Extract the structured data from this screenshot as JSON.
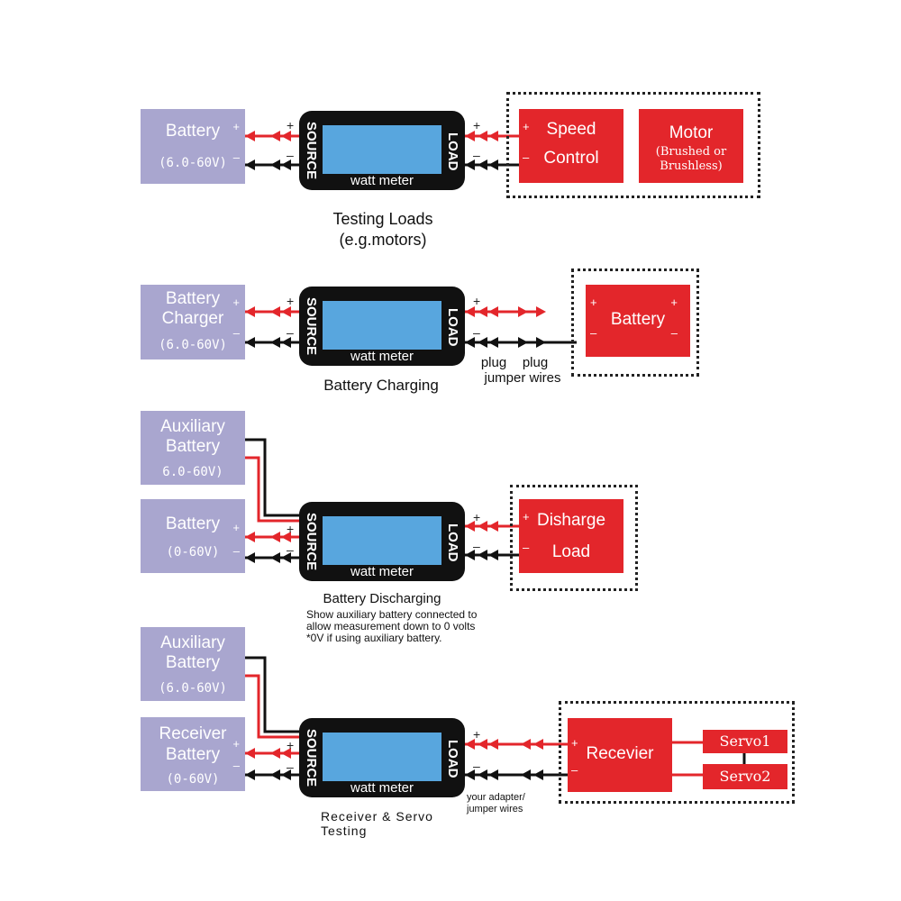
{
  "sections": {
    "testing": {
      "battery": {
        "title": "Battery",
        "range": "(6.0-60V)"
      },
      "meter": {
        "source": "SOURCE",
        "load": "LOAD",
        "label": "watt meter"
      },
      "speed_control": {
        "line1": "Speed",
        "line2": "Control"
      },
      "motor": {
        "title": "Motor",
        "sub1": "(Brushed or",
        "sub2": "Brushless)"
      },
      "caption1": "Testing Loads",
      "caption2": "(e.g.motors)"
    },
    "charging": {
      "charger": {
        "line1": "Battery",
        "line2": "Charger",
        "range": "(6.0-60V)"
      },
      "meter": {
        "source": "SOURCE",
        "load": "LOAD",
        "label": "watt meter"
      },
      "battery": {
        "title": "Battery"
      },
      "caption": "Battery Charging",
      "plug_left": "plug",
      "plug_right": "plug",
      "jumper": "jumper wires"
    },
    "discharging": {
      "aux": {
        "line1": "Auxiliary",
        "line2": "Battery",
        "range": "6.0-60V)"
      },
      "battery": {
        "title": "Battery",
        "range": "(0-60V)"
      },
      "meter": {
        "source": "SOURCE",
        "load": "LOAD",
        "label": "watt meter"
      },
      "load": {
        "line1": "Disharge",
        "line2": "Load"
      },
      "caption": "Battery Discharging",
      "note1": "Show auxiliary battery connected to",
      "note2": "allow measurement down to 0 volts",
      "note3": "*0V if using auxiliary battery."
    },
    "receiver": {
      "aux": {
        "line1": "Auxiliary",
        "line2": "Battery",
        "range": "(6.0-60V)"
      },
      "rx_battery": {
        "line1": "Receiver",
        "line2": "Battery",
        "range": "(0-60V)"
      },
      "meter": {
        "source": "SOURCE",
        "load": "LOAD",
        "label": "watt meter"
      },
      "receiver": {
        "title": "Recevier"
      },
      "servo1": "Servo1",
      "servo2": "Servo2",
      "adapter1": "your adapter/",
      "adapter2": "jumper wires",
      "caption1": "Receiver & Servo",
      "caption2": "Testing"
    }
  },
  "signs": {
    "plus": "+",
    "minus": "–"
  },
  "colors": {
    "positive": "#e3262b",
    "negative": "#111111",
    "battery": "#a9a6cf",
    "device": "#e3262b",
    "screen": "#58a6de"
  }
}
